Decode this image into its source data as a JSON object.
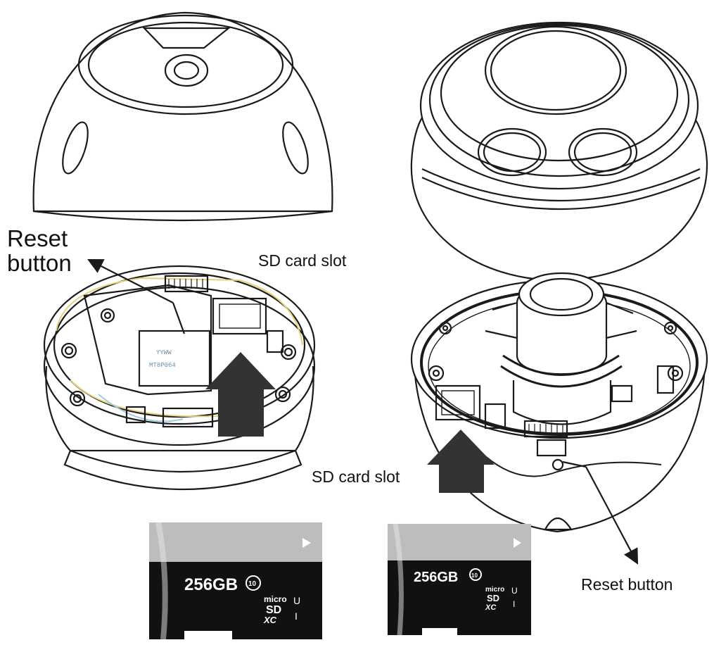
{
  "labels": {
    "reset_left_line1": "Reset",
    "reset_left_line2": "button",
    "sd_left": "SD card slot",
    "sd_right": "SD card slot",
    "reset_right": "Reset button"
  },
  "cards": {
    "left": {
      "capacity": "256GB",
      "class_badge": "10",
      "brand_line1": "micro",
      "brand_line2": "SD",
      "brand_line3": "XC",
      "uhs_mark": "U",
      "uhs_level": "I"
    },
    "right": {
      "capacity": "256GB",
      "class_badge": "10",
      "brand_line1": "micro",
      "brand_line2": "SD",
      "brand_line3": "XC",
      "uhs_mark": "U",
      "uhs_level": "I"
    }
  },
  "colors": {
    "line": "#1a1a1a",
    "arrow": "#333333",
    "card_top": "#bdbdbd",
    "card_body": "#111111",
    "pcb_trace": "#e6d27a",
    "pcb_blue": "#9ecbe0"
  }
}
